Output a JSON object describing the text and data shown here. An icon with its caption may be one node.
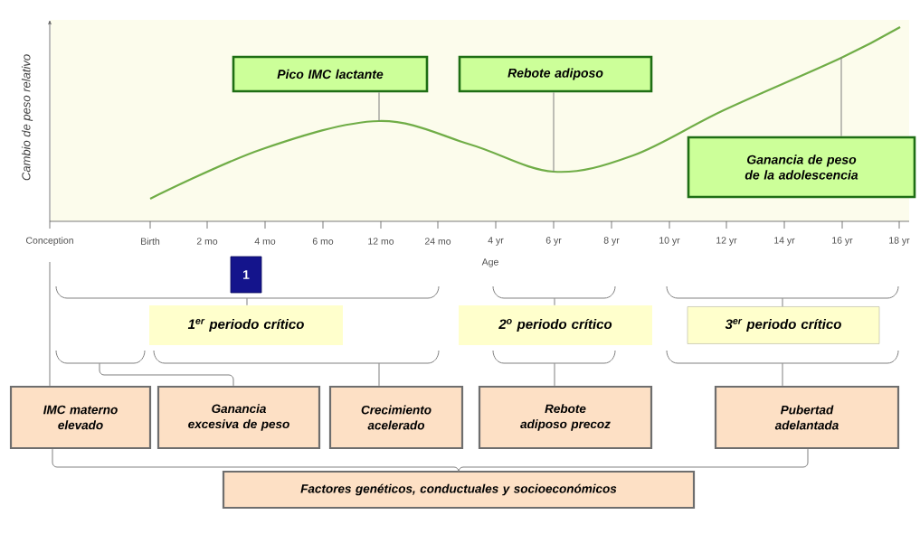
{
  "diagram": {
    "nodes": [
      {
        "text": [
          "Pico IMC lactante"
        ]
      },
      {
        "text": [
          "Rebote adiposo"
        ]
      },
      {
        "text": [
          "Ganancia de peso de la adolescencia"
        ]
      },
      {
        "text": [
          "1"
        ]
      },
      {
        "text": [
          "1$^{er}$ periodo crítico"
        ]
      },
      {
        "text": [
          "2$^{o}$ periodo crítico"
        ]
      },
      {
        "text": [
          "3$^{er}$ periodo crítico"
        ]
      },
      {
        "text": [
          "IMC materno elevado"
        ]
      },
      {
        "text": [
          "Ganancia excesiva de peso"
        ]
      },
      {
        "text": [
          "Crecimiento acelerado"
        ]
      },
      {
        "text": [
          "Rebote adiposo precoz"
        ]
      },
      {
        "text": [
          "Pubertad adelantada"
        ]
      },
      {
        "text": [
          "Factores genéticos, conductuales y socioeconómicos"
        ]
      },
      {
        "text": [],
        "shape": "bracket"
      },
      {
        "text": [],
        "shape": "bracket"
      },
      {
        "text": [],
        "shape": "bracket"
      },
      {
        "text": [],
        "shape": "bracket"
      },
      {
        "text": [],
        "shape": "bracket"
      },
      {
        "text": [],
        "shape": "bracket"
      },
      {
        "text": [],
        "shape": "bracket"
      }
    ],
    "edges": [
      {
        "from": 0,
        "to": null,
        "arrow": "none"
      },
      {
        "from": 1,
        "to": null,
        "arrow": "none"
      },
      {
        "from": 2,
        "to": null,
        "arrow": "none"
      },
      {
        "from": 13,
        "to": 4,
        "arrow": "none"
      },
      {
        "from": 14,
        "to": 5,
        "arrow": "none"
      },
      {
        "from": 15,
        "to": 6,
        "arrow": "none"
      },
      {
        "from": null,
        "to": 7,
        "arrow": "none"
      },
      {
        "from": 16,
        "to": 8,
        "arrow": "none"
      },
      {
        "from": 17,
        "to": 9,
        "arrow": "none"
      },
      {
        "from": 18,
        "to": 10,
        "arrow": "none"
      },
      {
        "from": 19,
        "to": 11,
        "arrow": "none"
      },
      {
        "from": 7,
        "to": 12,
        "arrow": "none"
      },
      {
        "from": 11,
        "to": 12,
        "arrow": "none"
      }
    ],
    "labels": [
      "Cambio de peso relativo",
      "Conception",
      "Birth",
      "2 mo",
      "4 mo",
      "6 mo",
      "12 mo",
      "24 mo",
      "4 yr",
      "6 yr",
      "8 yr",
      "10 yr",
      "12 yr",
      "14 yr",
      "16 yr",
      "18 yr",
      "Age"
    ]
  }
}
